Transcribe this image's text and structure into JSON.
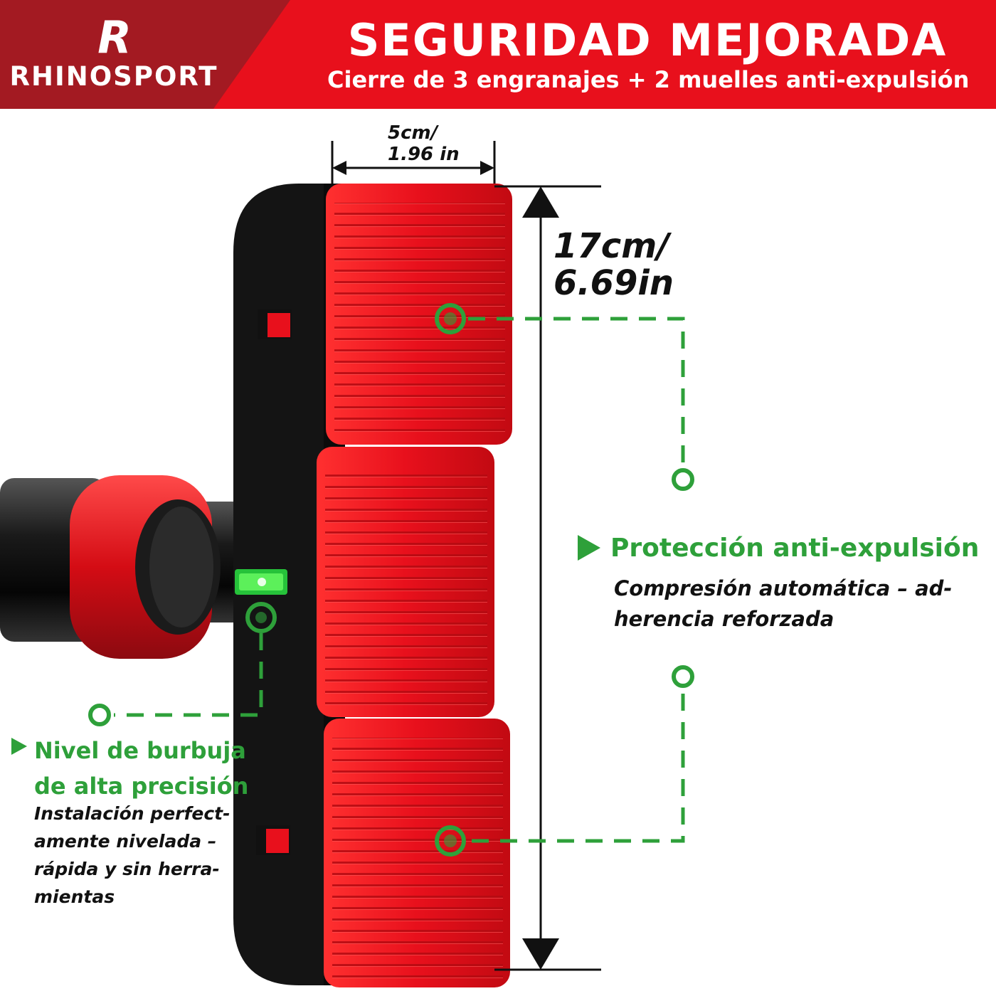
{
  "brand": {
    "logo_mark": "R",
    "name": "RHINOSPORT"
  },
  "header": {
    "title": "SEGURIDAD MEJORADA",
    "subtitle": "Cierre de 3 engranajes + 2 muelles anti-expulsión"
  },
  "dimensions": {
    "width_line1": "5cm/",
    "width_line2": "1.96 in",
    "height_line1": "17cm/",
    "height_line2": "6.69in"
  },
  "features": {
    "anti_expulsion": {
      "title": "Protección anti-expulsión",
      "desc_line1": "Compresión automática – ad-",
      "desc_line2": "herencia reforzada"
    },
    "bubble_level": {
      "title_line1": "Nivel de burbuja",
      "title_line2": "de alta precisión",
      "desc_line1": "Instalación perfect-",
      "desc_line2": "amente nivelada –",
      "desc_line3": "rápida y sin herra-",
      "desc_line4": "mientas"
    }
  },
  "colors": {
    "header_red": "#e8101c",
    "header_dark_red": "#a31a22",
    "pad_red": "#e8101c",
    "callout_green": "#2ea03a",
    "body_black": "#111111"
  },
  "icons": [
    "arrow-right-icon",
    "callout-dot-icon"
  ]
}
